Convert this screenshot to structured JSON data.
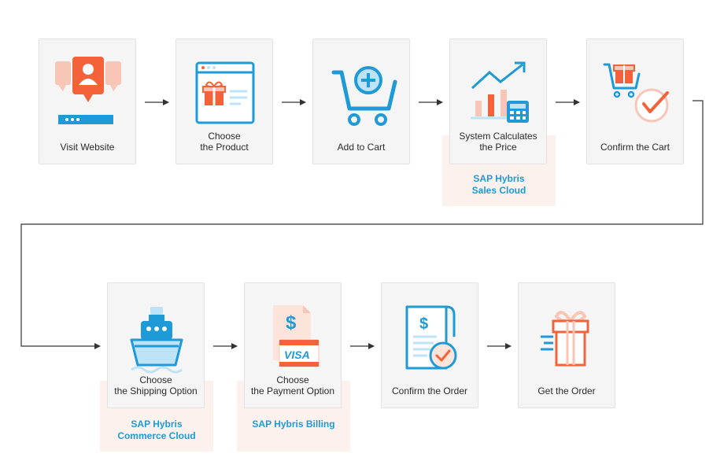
{
  "steps": [
    {
      "label": "Visit Website"
    },
    {
      "label": "Choose\nthe Product"
    },
    {
      "label": "Add to Cart"
    },
    {
      "label": "System Calculates\nthe Price"
    },
    {
      "label": "Confirm the Cart"
    },
    {
      "label": "Choose\nthe Shipping Option"
    },
    {
      "label": "Choose\nthe Payment Option"
    },
    {
      "label": "Confirm the Order"
    },
    {
      "label": "Get the Order"
    }
  ],
  "systems": {
    "sales": "SAP Hybris\nSales Cloud",
    "commerce": "SAP Hybris\nCommerce Cloud",
    "billing": "SAP Hybris Billing"
  },
  "icons": [
    "user-pin-browser-icon",
    "product-page-icon",
    "add-to-cart-icon",
    "price-chart-calculator-icon",
    "cart-confirm-icon",
    "ship-icon",
    "visa-payment-icon",
    "receipt-check-icon",
    "gift-box-icon"
  ],
  "colors": {
    "orange": "#f4623a",
    "blue": "#1e9ad6",
    "light_blue": "#bfe3f6",
    "peach": "#f8c6b6",
    "sap_bg": "#fdf1ee",
    "arrow": "#333333"
  },
  "payment_card": {
    "brand": "VISA"
  }
}
